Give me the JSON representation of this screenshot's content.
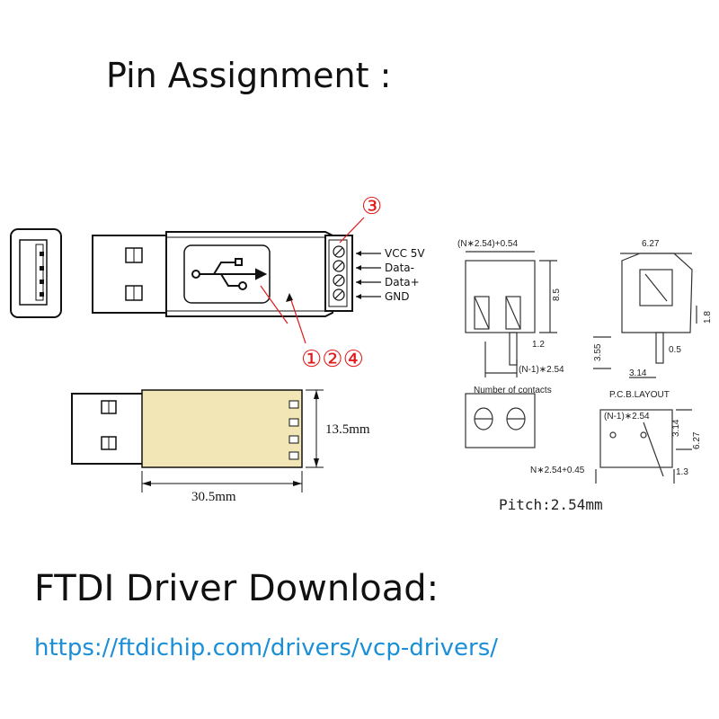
{
  "title": "Pin Assignment :",
  "pins": {
    "vcc": "VCC 5V",
    "data_minus": "Data-",
    "data_plus": "Data+",
    "gnd": "GND"
  },
  "callouts": {
    "top": "③",
    "bottom": "①②④"
  },
  "dimensions": {
    "height": "13.5mm",
    "length": "30.5mm"
  },
  "terminal": {
    "width_formula": "(N∗2.54)+0.54",
    "height": "8.5",
    "pin_len": "1.2",
    "pitch_formula": "(N-1)∗2.54",
    "number_of_contacts": "Number of contacts",
    "side_width": "6.27",
    "side_height": "3.55",
    "side_a": "1.8",
    "side_b": "0.5",
    "side_c": "3.14",
    "pcb_layout": "P.C.B.LAYOUT",
    "pcb_pitch": "(N-1)∗2.54",
    "pcb_h1": "3.14",
    "pcb_h2": "6.27",
    "pcb_width": "N∗2.54+0.45",
    "pcb_hole": "1.3",
    "pitch_label": "Pitch:2.54mm"
  },
  "download": {
    "title": "FTDI Driver Download:",
    "link": "https://ftdichip.com/drivers/vcp-drivers/"
  }
}
